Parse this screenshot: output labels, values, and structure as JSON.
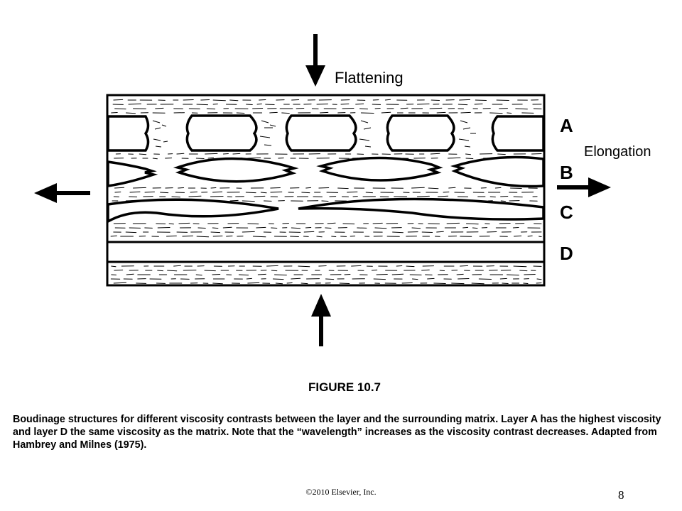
{
  "diagram": {
    "top_force_label": "Flattening",
    "side_force_label": "Elongation",
    "layers": [
      {
        "letter": "A"
      },
      {
        "letter": "B"
      },
      {
        "letter": "C"
      },
      {
        "letter": "D"
      }
    ]
  },
  "caption": {
    "title": "FIGURE 10.7",
    "body": "Boudinage structures for different viscosity contrasts between the layer and the surrounding matrix. Layer A has the highest viscosity and layer D the same viscosity as the matrix. Note that the “wavelength” increases as the viscosity contrast decreases. Adapted from Hambrey and Milnes (1975)."
  },
  "footer": {
    "copyright": "©2010 Elsevier,  Inc.",
    "page_number": "8"
  }
}
